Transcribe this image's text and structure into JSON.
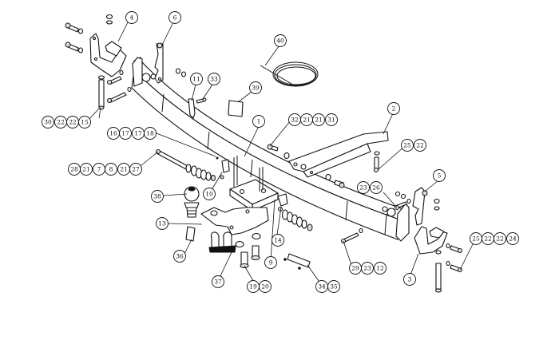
{
  "diagram": {
    "title": "Tow bar exploded parts diagram",
    "callouts": {
      "c1": [
        "1"
      ],
      "c2": [
        "2"
      ],
      "c3": [
        "3"
      ],
      "c4": [
        "4"
      ],
      "c5": [
        "5"
      ],
      "c6": [
        "6"
      ],
      "c9": [
        "9"
      ],
      "c10": [
        "10"
      ],
      "c11": [
        "11"
      ],
      "c13": [
        "13"
      ],
      "c14": [
        "14"
      ],
      "c33": [
        "33"
      ],
      "c36": [
        "36"
      ],
      "c37": [
        "37"
      ],
      "c38": [
        "38"
      ],
      "c39": [
        "39"
      ],
      "c40": [
        "40"
      ],
      "g_30_22_22_15": [
        "30",
        "22",
        "22",
        "15"
      ],
      "g_16_17_17_18": [
        "16",
        "17",
        "17",
        "18"
      ],
      "g_28_21_7_8_21_27": [
        "28",
        "21",
        "7",
        "8",
        "21",
        "27"
      ],
      "g_32_21_21_31": [
        "32",
        "21",
        "21",
        "31"
      ],
      "g_25_22_top": [
        "25",
        "22"
      ],
      "g_23_26": [
        "23",
        "26"
      ],
      "g_29_23_12": [
        "29",
        "23",
        "12"
      ],
      "g_25_22_22_24": [
        "25",
        "22",
        "22",
        "24"
      ],
      "g_19_20": [
        "19",
        "20"
      ],
      "g_34_35": [
        "34",
        "35"
      ]
    }
  }
}
